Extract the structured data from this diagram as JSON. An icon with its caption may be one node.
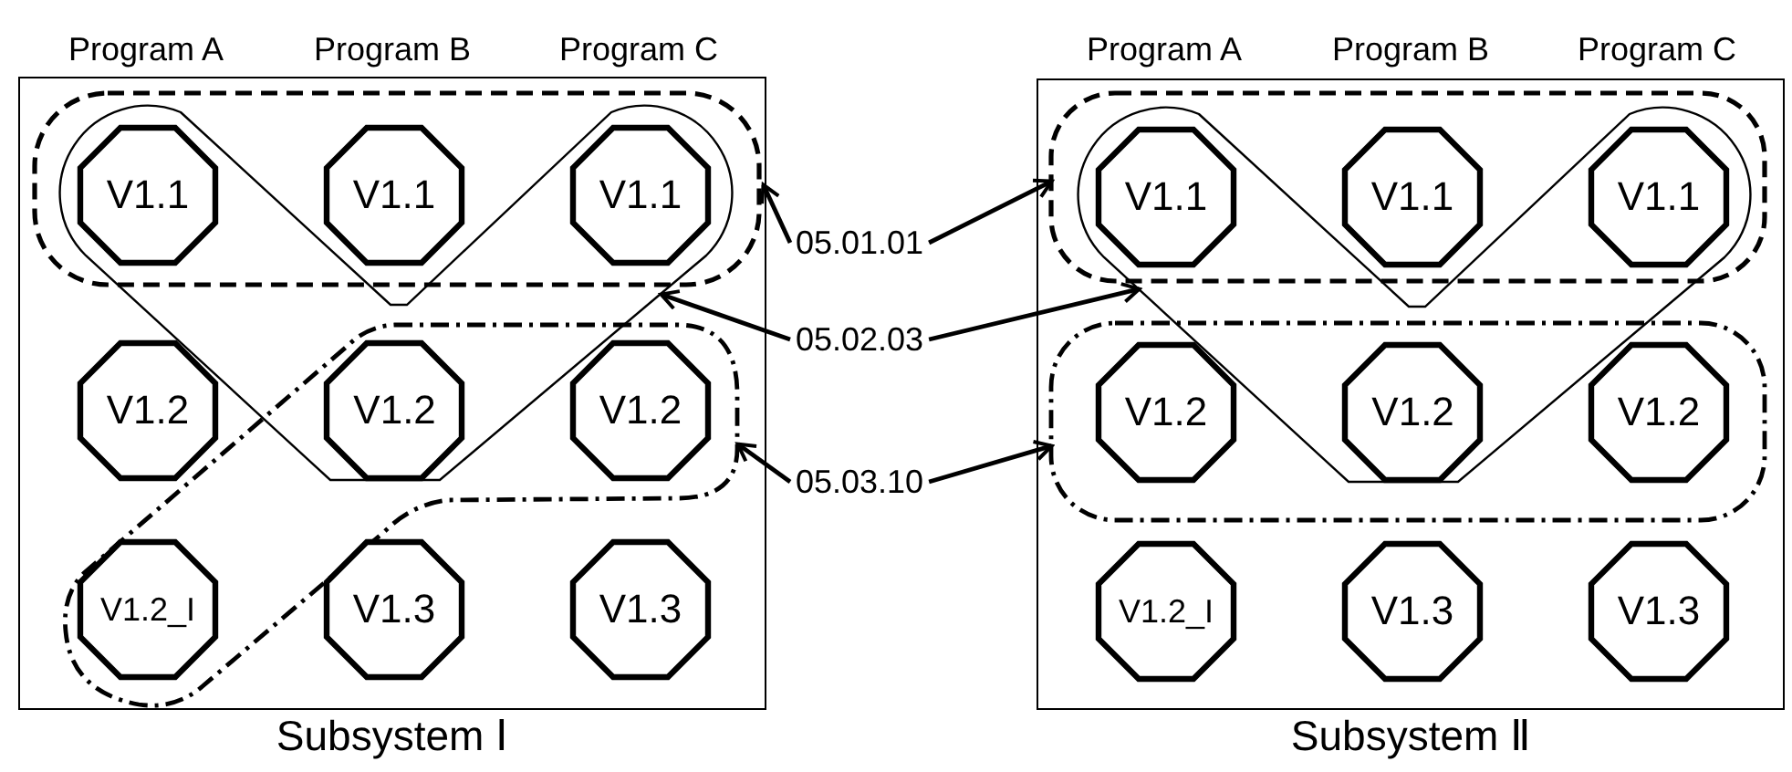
{
  "diagram": {
    "nodes": [
      {
        "text": [
          "Subsystem Ⅰ"
        ]
      },
      {
        "text": [
          "V1.1"
        ],
        "in": 10
      },
      {
        "text": [
          "V1.1"
        ],
        "in": 10
      },
      {
        "text": [
          "V1.1"
        ],
        "in": 10
      },
      {
        "text": [
          "V1.2"
        ],
        "in": 0
      },
      {
        "text": [
          "V1.2"
        ]
      },
      {
        "text": [
          "V1.2"
        ],
        "in": 12
      },
      {
        "text": [
          "V1.2_I"
        ],
        "in": 12
      },
      {
        "text": [
          "V1.3"
        ],
        "in": 0
      },
      {
        "text": [
          "V1.3"
        ],
        "in": 0
      },
      {
        "text": [],
        "shape": "box",
        "in": 0
      },
      {
        "text": [],
        "shape": "chevron",
        "in": 0
      },
      {
        "text": [],
        "shape": "band",
        "in": 0
      },
      {
        "text": [
          "05.01.01"
        ]
      },
      {
        "text": [
          "05.02.03"
        ]
      },
      {
        "text": [
          "05.03.10"
        ]
      },
      {
        "text": [
          "Subsystem Ⅱ"
        ]
      },
      {
        "text": [
          "V1.1"
        ],
        "in": 26
      },
      {
        "text": [
          "V1.1"
        ],
        "in": 26
      },
      {
        "text": [
          "V1.1"
        ],
        "in": 26
      },
      {
        "text": [
          "V1.2"
        ],
        "in": 28
      },
      {
        "text": [
          "V1.2"
        ]
      },
      {
        "text": [
          "V1.2"
        ],
        "in": 28
      },
      {
        "text": [
          "V1.2_I"
        ],
        "in": 16
      },
      {
        "text": [
          "V1.3"
        ],
        "in": 16
      },
      {
        "text": [
          "V1.3"
        ],
        "in": 16
      },
      {
        "text": [],
        "shape": "box",
        "in": 16
      },
      {
        "text": [],
        "shape": "chevron",
        "in": 16
      },
      {
        "text": [],
        "shape": "box",
        "in": 16
      }
    ],
    "edges": [
      {
        "from": 13,
        "to": 10,
        "arrow": "to"
      },
      {
        "from": 13,
        "to": 26,
        "arrow": "to"
      },
      {
        "from": 14,
        "to": 11,
        "arrow": "to"
      },
      {
        "from": 14,
        "to": 27,
        "arrow": "to"
      },
      {
        "from": 15,
        "to": 12,
        "arrow": "to"
      },
      {
        "from": 15,
        "to": 28,
        "arrow": "to"
      }
    ],
    "labels": [
      "Program A",
      "Program B",
      "Program C",
      "Program A",
      "Program B",
      "Program C"
    ]
  }
}
